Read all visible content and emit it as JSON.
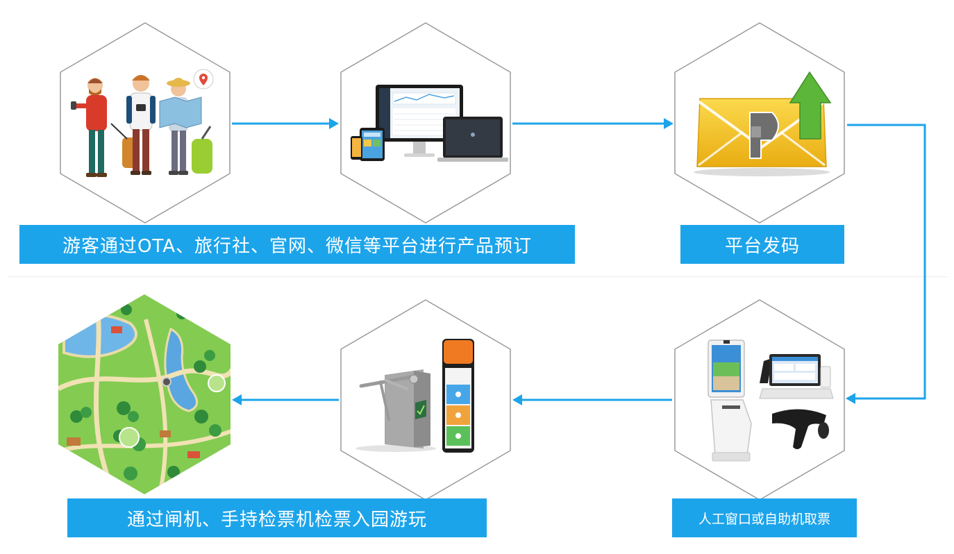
{
  "steps": [
    {
      "label": "游客通过OTA、旅行社、官网、微信等平台进行产品预订",
      "icon": "tourists-icon"
    },
    {
      "label": "",
      "icon": "devices-icon"
    },
    {
      "label": "平台发码",
      "icon": "code-envelope-icon"
    },
    {
      "label": "人工窗口或自助机取票",
      "icon": "kiosk-icon"
    },
    {
      "label": "",
      "icon": "turnstile-handheld-icon"
    },
    {
      "label": "通过闸机、手持检票机检票入园游玩",
      "icon": "park-map-icon"
    }
  ],
  "colors": {
    "accent": "#1ca4ea",
    "hex_stroke": "#9a9a9a",
    "envelope": "#f4c531",
    "arrow_green": "#5cb63a"
  }
}
